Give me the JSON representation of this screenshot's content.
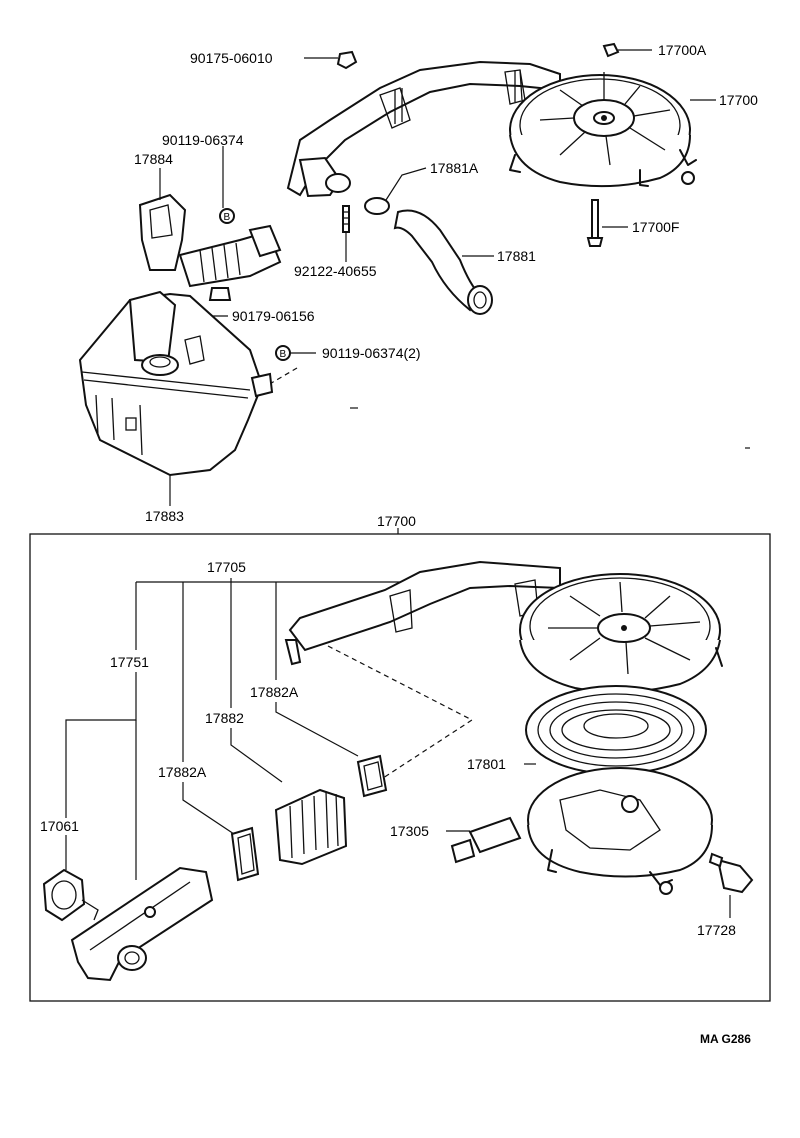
{
  "upper": {
    "labels": {
      "p90175_06010": "90175-06010",
      "p17700A": "17700A",
      "p17700": "17700",
      "p90119_06374": "90119-06374",
      "p17884": "17884",
      "p17881A": "17881A",
      "p17700F": "17700F",
      "p92122_40655": "92122-40655",
      "p17881": "17881",
      "p90179_06156": "90179-06156",
      "p90119_06374_2": "90119-06374(2)",
      "p17883": "17883"
    },
    "marker_letter": "B"
  },
  "lower": {
    "header": "17700",
    "labels": {
      "p17705": "17705",
      "p17751": "17751",
      "p17882A_top": "17882A",
      "p17882": "17882",
      "p17882A_low": "17882A",
      "p17801": "17801",
      "p17061": "17061",
      "p17305": "17305",
      "p17728": "17728"
    }
  },
  "figure_code": "MA G286",
  "colors": {
    "ink": "#111111",
    "paper": "#ffffff"
  }
}
